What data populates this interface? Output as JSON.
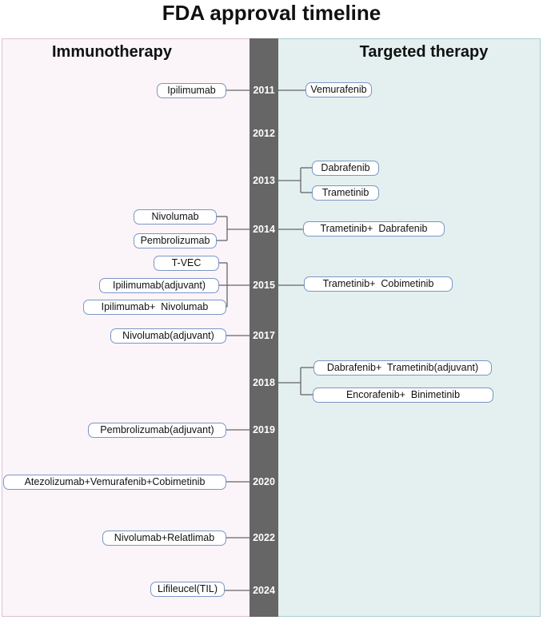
{
  "title": "FDA approval timeline",
  "panels": {
    "left": "Immunotherapy",
    "right": "Targeted therapy"
  },
  "colors": {
    "spine": "#666666",
    "pill_border": "#7b96c7",
    "left_panel": "#fbf4f9",
    "right_panel": "#e3f0ef",
    "connector": "#666666"
  },
  "years": [
    {
      "year": "2011",
      "immunotherapy": [
        "Ipilimumab"
      ],
      "targeted": [
        "Vemurafenib"
      ]
    },
    {
      "year": "2012",
      "immunotherapy": [],
      "targeted": []
    },
    {
      "year": "2013",
      "immunotherapy": [],
      "targeted": [
        "Dabrafenib",
        "Trametinib"
      ]
    },
    {
      "year": "2014",
      "immunotherapy": [
        "Nivolumab",
        "Pembrolizumab"
      ],
      "targeted": [
        "Trametinib+  Dabrafenib"
      ]
    },
    {
      "year": "2015",
      "immunotherapy": [
        "T-VEC",
        "Ipilimumab(adjuvant)",
        "Ipilimumab+  Nivolumab"
      ],
      "targeted": [
        "Trametinib+  Cobimetinib"
      ]
    },
    {
      "year": "2017",
      "immunotherapy": [
        "Nivolumab(adjuvant)"
      ],
      "targeted": []
    },
    {
      "year": "2018",
      "immunotherapy": [],
      "targeted": [
        "Dabrafenib+  Trametinib(adjuvant)",
        "Encorafenib+  Binimetinib"
      ]
    },
    {
      "year": "2019",
      "immunotherapy": [
        "Pembrolizumab(adjuvant)"
      ],
      "targeted": []
    },
    {
      "year": "2020",
      "immunotherapy": [
        "Atezolizumab+Vemurafenib+Cobimetinib"
      ],
      "targeted": []
    },
    {
      "year": "2022",
      "immunotherapy": [
        "Nivolumab+Relatlimab"
      ],
      "targeted": []
    },
    {
      "year": "2024",
      "immunotherapy": [
        "Lifileucel(TIL)"
      ],
      "targeted": []
    }
  ]
}
